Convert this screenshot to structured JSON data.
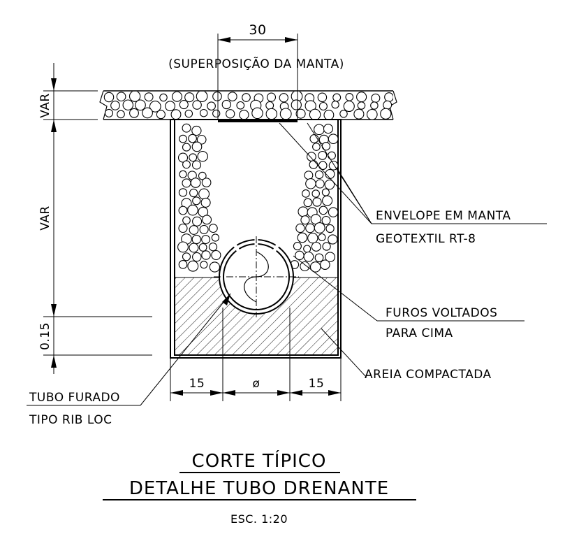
{
  "dimensions": {
    "overlap": "30",
    "overlap_note": "(SUPERPOSIÇÃO DA MANTA)",
    "top_layer": "VAR",
    "trench_depth": "VAR",
    "sand_depth": "0.15",
    "left_clearance": "15",
    "pipe_diameter": "ø",
    "right_clearance": "15"
  },
  "labels": {
    "envelope_line1": "ENVELOPE EM MANTA",
    "envelope_line2": "GEOTEXTIL RT-8",
    "holes_line1": "FUROS VOLTADOS",
    "holes_line2": "PARA CIMA",
    "sand": "AREIA COMPACTADA",
    "pipe_line1": "TUBO FURADO",
    "pipe_line2": "TIPO RIB LOC"
  },
  "title": {
    "line1": "CORTE TÍPICO",
    "line2": "DETALHE TUBO DRENANTE",
    "scale": "ESC. 1:20"
  }
}
